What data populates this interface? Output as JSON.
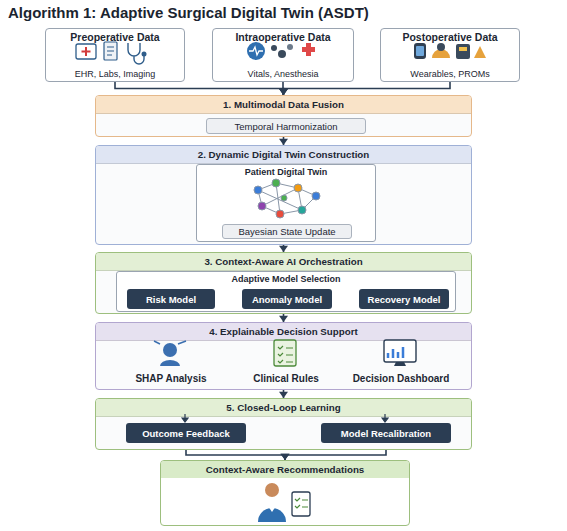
{
  "diagram": {
    "title": "Algorithm 1: Adaptive Surgical Digital Twin (ASDT)",
    "nodes": [
      {
        "text": [
          "Preoperative Data",
          "EHR, Labs, Imaging"
        ]
      },
      {
        "text": [
          "Intraoperative Data",
          "Vitals, Anesthesia"
        ]
      },
      {
        "text": [
          "Postoperative Data",
          "Wearables, PROMs"
        ]
      },
      {
        "text": [
          "1. Multimodal Data Fusion"
        ]
      },
      {
        "text": [
          "Temporal Harmonization"
        ],
        "in": 3
      },
      {
        "text": [
          "2. Dynamic Digital Twin Construction"
        ]
      },
      {
        "text": [
          "Patient Digital Twin"
        ],
        "in": 5
      },
      {
        "text": [
          "Bayesian State Update"
        ],
        "in": 6
      },
      {
        "text": [
          "3. Context-Aware AI Orchestration"
        ]
      },
      {
        "text": [
          "Adaptive Model Selection"
        ],
        "in": 8
      },
      {
        "text": [
          "Risk Model"
        ],
        "in": 9
      },
      {
        "text": [
          "Anomaly Model"
        ],
        "in": 9
      },
      {
        "text": [
          "Recovery Model"
        ],
        "in": 9
      },
      {
        "text": [
          "4. Explainable Decision Support"
        ]
      },
      {
        "text": [
          "SHAP Analysis"
        ],
        "in": 13
      },
      {
        "text": [
          "Clinical Rules"
        ],
        "in": 13
      },
      {
        "text": [
          "Decision Dashboard"
        ],
        "in": 13
      },
      {
        "text": [
          "5. Closed-Loop Learning"
        ]
      },
      {
        "text": [
          "Outcome Feedback"
        ],
        "in": 17
      },
      {
        "text": [
          "Model Recalibration"
        ],
        "in": 17
      },
      {
        "text": [
          "Context-Aware Recommendations"
        ]
      }
    ],
    "edges": [
      {
        "from": 0,
        "to": 3,
        "arrow": "to"
      },
      {
        "from": 1,
        "to": 3,
        "arrow": "to"
      },
      {
        "from": 2,
        "to": 3,
        "arrow": "to"
      },
      {
        "from": 3,
        "to": 5,
        "arrow": "to"
      },
      {
        "from": 5,
        "to": 8,
        "arrow": "to"
      },
      {
        "from": 8,
        "to": 13,
        "arrow": "to"
      },
      {
        "from": 13,
        "to": 17,
        "arrow": "to"
      },
      {
        "from": 10,
        "to": 11,
        "arrow": "to"
      },
      {
        "from": 11,
        "to": 12,
        "arrow": "to"
      },
      {
        "from": 18,
        "to": 19,
        "arrow": "to"
      },
      {
        "from": 18,
        "to": 20,
        "arrow": "to"
      },
      {
        "from": 19,
        "to": 20,
        "arrow": "to"
      }
    ]
  }
}
